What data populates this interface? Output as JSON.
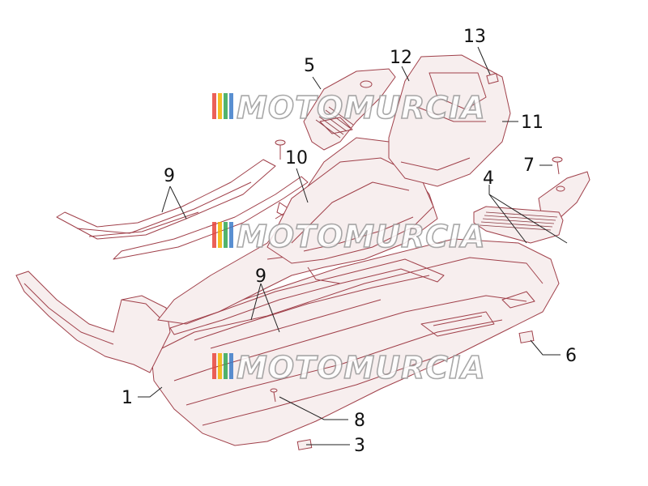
{
  "diagram": {
    "callouts": [
      {
        "id": "1",
        "label": "1"
      },
      {
        "id": "3",
        "label": "3"
      },
      {
        "id": "4",
        "label": "4"
      },
      {
        "id": "5",
        "label": "5"
      },
      {
        "id": "6",
        "label": "6"
      },
      {
        "id": "7",
        "label": "7"
      },
      {
        "id": "8",
        "label": "8"
      },
      {
        "id": "9a",
        "label": "9"
      },
      {
        "id": "9b",
        "label": "9"
      },
      {
        "id": "10",
        "label": "10"
      },
      {
        "id": "11",
        "label": "11"
      },
      {
        "id": "12",
        "label": "12"
      },
      {
        "id": "13",
        "label": "13"
      }
    ]
  },
  "watermark": {
    "text": "MOTOMURCIA",
    "colors": [
      "#e8453c",
      "#f4b400",
      "#34a853",
      "#3d7cc9"
    ]
  }
}
